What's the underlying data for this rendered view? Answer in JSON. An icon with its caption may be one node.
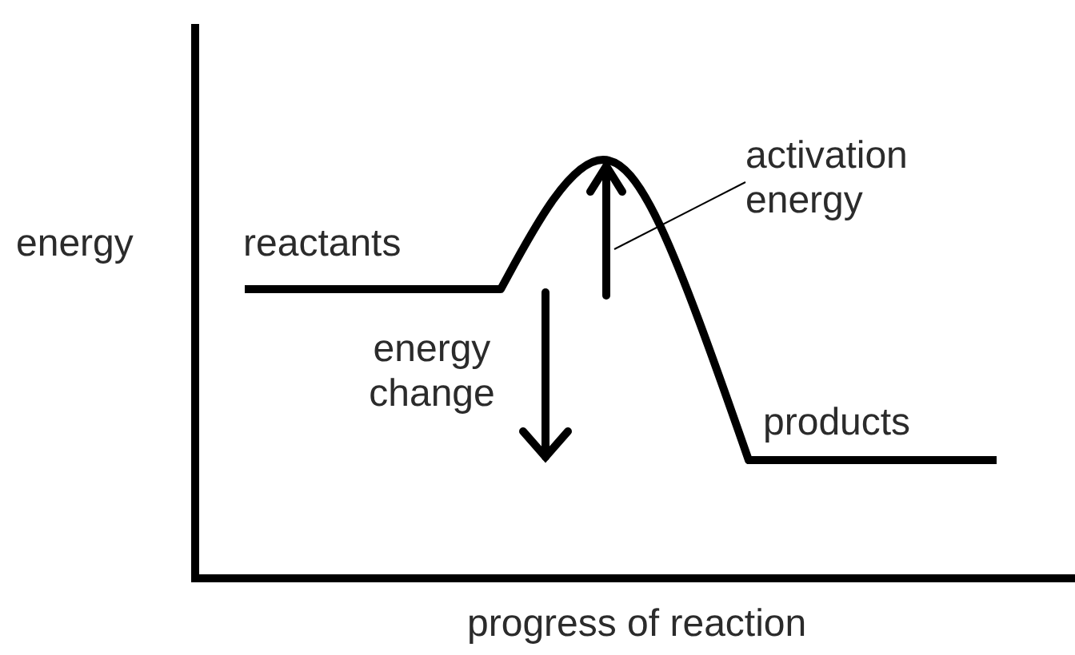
{
  "diagram": {
    "nodes": [
      {
        "text": [
          "activation energy"
        ]
      },
      {
        "text": [],
        "shape": "arrow"
      }
    ],
    "edges": [
      {
        "from": 0,
        "to": 1,
        "arrow": "none"
      }
    ],
    "labels": [
      "energy",
      "reactants",
      "energy change",
      "products",
      "progress of reaction"
    ]
  }
}
